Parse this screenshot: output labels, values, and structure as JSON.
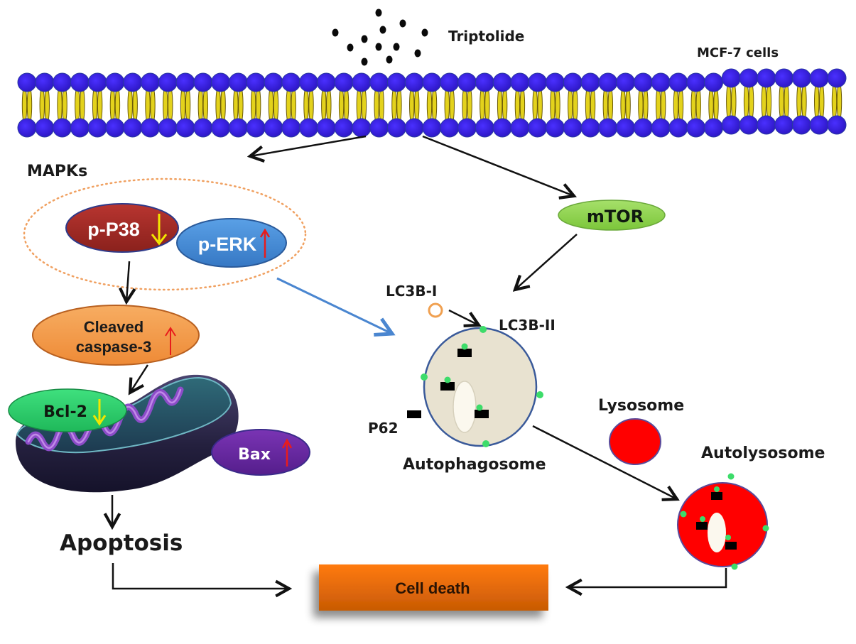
{
  "title": "Triptolide-induced apoptosis and autophagy pathway in MCF-7 cells",
  "labels": {
    "drug": "Triptolide",
    "cell_line": "MCF-7 cells",
    "mapk_group": "MAPKs",
    "apoptosis": "Apoptosis",
    "lc3b_i": "LC3B-I",
    "lc3b_ii": "LC3B-II",
    "p62": "P62",
    "autophagosome": "Autophagosome",
    "lysosome": "Lysosome",
    "autolysosome": "Autolysosome",
    "cell_death": "Cell death"
  },
  "nodes": [
    {
      "id": "p-p38",
      "label": "p-P38",
      "regulation": "down",
      "color": "#a52a25"
    },
    {
      "id": "p-erk",
      "label": "p-ERK",
      "regulation": "up",
      "color": "#4a8fd8"
    },
    {
      "id": "cleaved-caspase-3",
      "label_line1": "Cleaved",
      "label_line2": "caspase-3",
      "regulation": "up",
      "color": "#f39a4a"
    },
    {
      "id": "bcl-2",
      "label": "Bcl-2",
      "regulation": "down",
      "color": "#2ec96a"
    },
    {
      "id": "bax",
      "label": "Bax",
      "regulation": "up",
      "color": "#6a2aa0"
    },
    {
      "id": "mtor",
      "label": "mTOR",
      "color": "#8fd44a"
    }
  ],
  "regulation_colors": {
    "up": "#e81c1c",
    "down": "#f2e600"
  },
  "colors": {
    "membrane_head": "#3a1ee6",
    "membrane_tail": "#e3d21c",
    "autophagosome_fill": "#e8e2d0",
    "lysosome_fill": "#ff0000",
    "lc3_dot": "#3ddc6a",
    "cell_death_fill": "#ee6d06"
  },
  "edges": [
    {
      "from": "membrane",
      "to": "mapks"
    },
    {
      "from": "membrane",
      "to": "mtor"
    },
    {
      "from": "p-p38",
      "to": "cleaved-caspase-3"
    },
    {
      "from": "cleaved-caspase-3",
      "to": "mitochondrion"
    },
    {
      "from": "mitochondrion",
      "to": "apoptosis"
    },
    {
      "from": "mapks",
      "to": "autophagosome",
      "style": "blue"
    },
    {
      "from": "mtor",
      "to": "autophagosome"
    },
    {
      "from": "lc3b-i",
      "to": "lc3b-ii"
    },
    {
      "from": "autophagosome",
      "to": "autolysosome"
    },
    {
      "from": "apoptosis",
      "to": "cell-death"
    },
    {
      "from": "autolysosome",
      "to": "cell-death"
    }
  ]
}
